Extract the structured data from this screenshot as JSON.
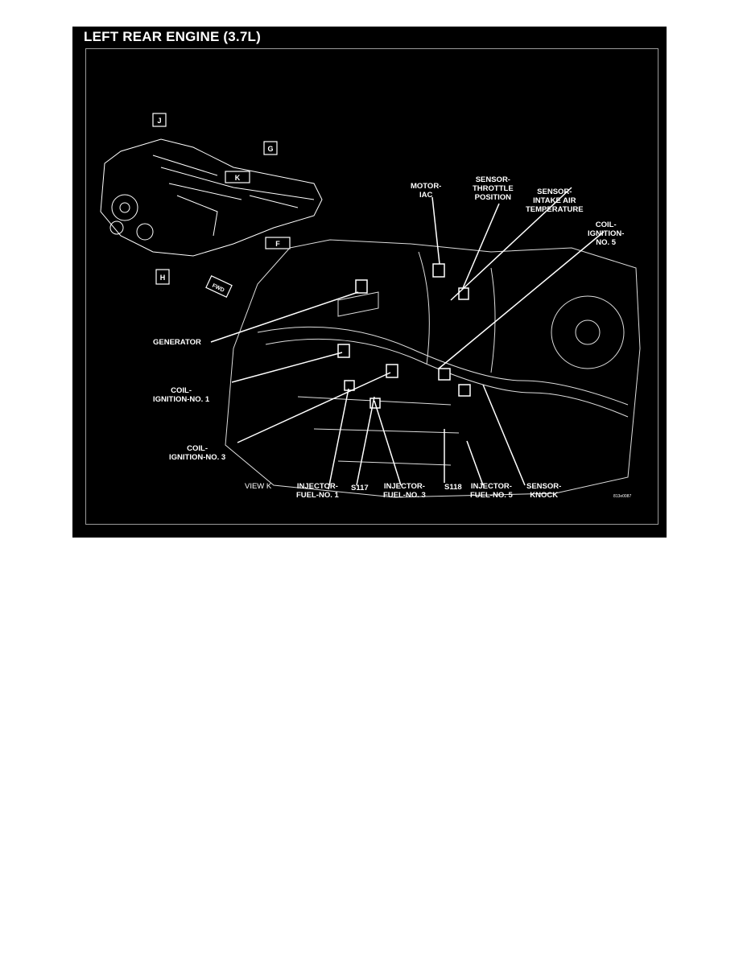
{
  "title": "LEFT REAR ENGINE (3.7L)",
  "view_label": "VIEW K",
  "figure_code": "813e0087",
  "inset_markers": [
    "J",
    "G",
    "K",
    "F",
    "H"
  ],
  "fwd_label": "FWD",
  "labels": {
    "motor_iac": "MOTOR-\nIAC",
    "sensor_tps": "SENSOR-\nTHROTTLE\nPOSITION",
    "sensor_iat": "SENSOR-\nINTAKE AIR\nTEMPERATURE",
    "coil_5": "COIL-\nIGNITION-\nNO. 5",
    "generator": "GENERATOR",
    "coil_1": "COIL-\nIGNITION-NO. 1",
    "coil_3": "COIL-\nIGNITION-NO. 3",
    "injector_1": "INJECTOR-\nFUEL-NO. 1",
    "s117": "S117",
    "injector_3": "INJECTOR-\nFUEL-NO. 3",
    "s118": "S118",
    "injector_5": "INJECTOR-\nFUEL-NO. 5",
    "sensor_knock": "SENSOR-\nKNOCK"
  }
}
